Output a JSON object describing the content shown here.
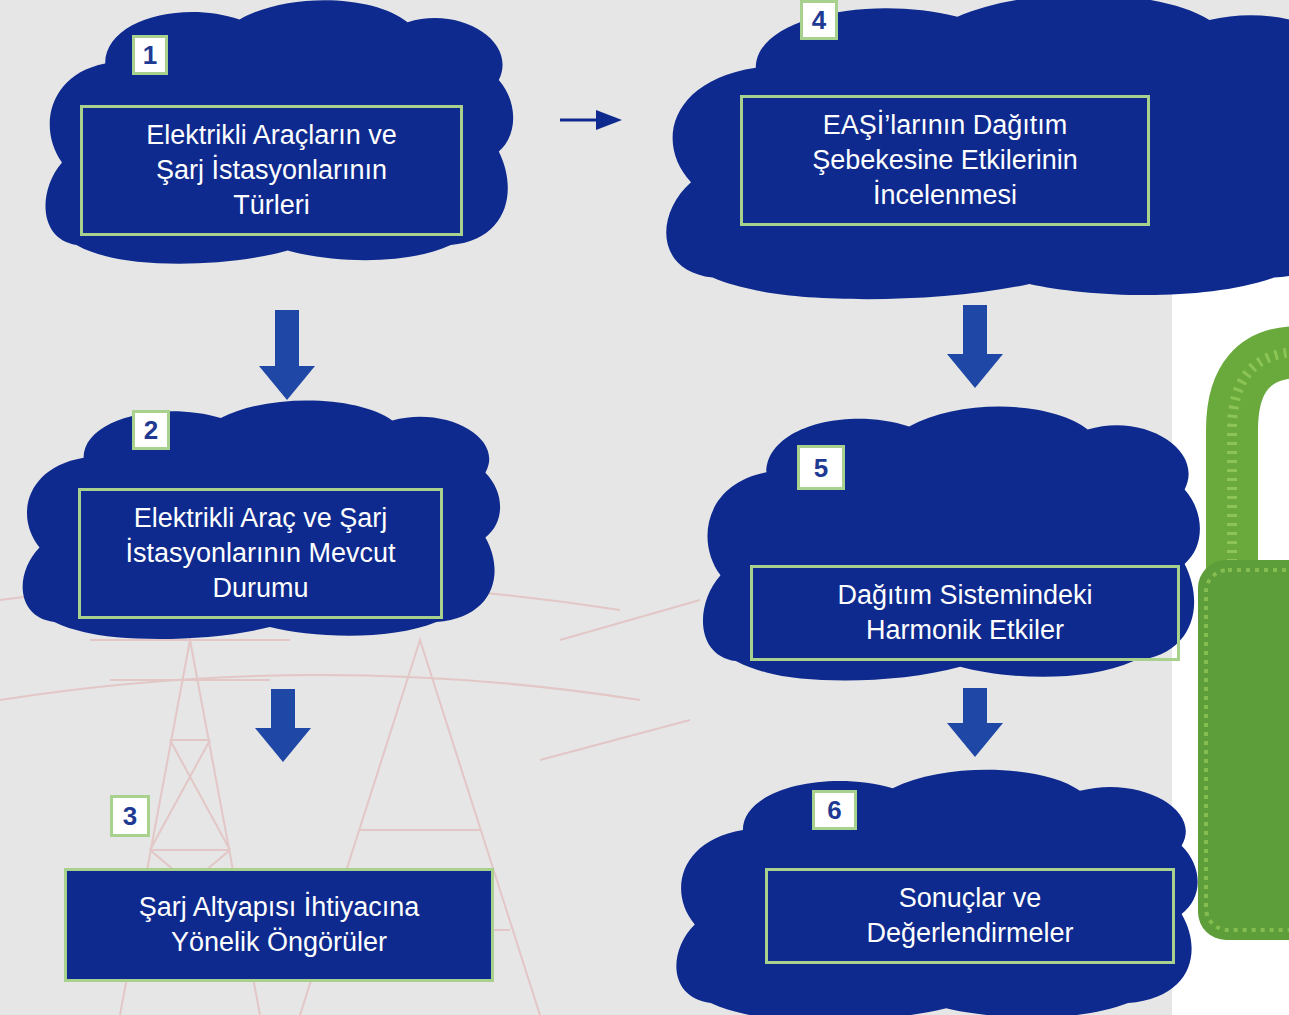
{
  "diagram": {
    "nodes": [
      {
        "text": [
          "1",
          "Elektrikli Araçların ve Şarj İstasyonlarının Türleri"
        ]
      },
      {
        "text": [
          "2",
          "Elektrikli Araç ve Şarj İstasyonlarının Mevcut Durumu"
        ]
      },
      {
        "text": [
          "3",
          "Şarj Altyapısı İhtiyacına Yönelik Öngörüler"
        ]
      },
      {
        "text": [
          "4",
          "EAŞİ’larının Dağıtım Şebekesine Etkilerinin İncelenmesi"
        ]
      },
      {
        "text": [
          "5",
          "Dağıtım Sistemindeki Harmonik Etkiler"
        ]
      },
      {
        "text": [
          "6",
          "Sonuçlar ve Değerlendirmeler"
        ]
      }
    ],
    "edges": [
      {
        "from": 0,
        "to": 1,
        "arrow": "to"
      },
      {
        "from": 1,
        "to": 2,
        "arrow": "to"
      },
      {
        "from": 0,
        "to": 3,
        "arrow": "to"
      },
      {
        "from": 3,
        "to": 4,
        "arrow": "to"
      },
      {
        "from": 4,
        "to": 5,
        "arrow": "to"
      }
    ]
  }
}
